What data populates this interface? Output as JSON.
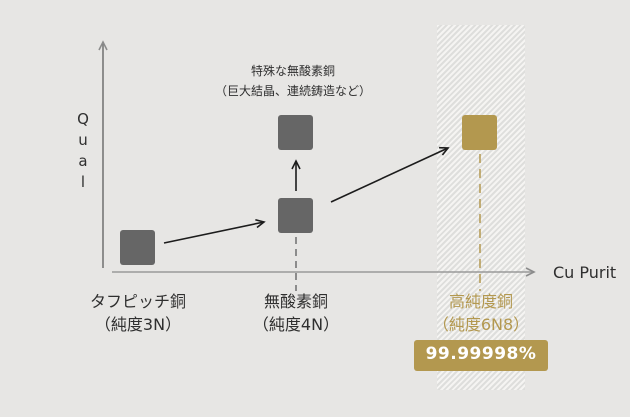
{
  "axes": {
    "y_axis_label": "Qual",
    "x_axis_label": "Cu Purit"
  },
  "annotation": {
    "line1": "特殊な無酸素銅",
    "line2": "（巨大結晶、連続鋳造など）"
  },
  "items": [
    {
      "name": "タフピッチ銅",
      "purity": "（純度3N）"
    },
    {
      "name": "無酸素銅",
      "purity": "（純度4N）"
    },
    {
      "name": "高純度銅",
      "purity": "（純度6N8）",
      "value_badge": "99.99998%"
    }
  ],
  "colors": {
    "background": "#e7e6e4",
    "copper_square": "#666666",
    "gold": "#b3984f",
    "axis": "#8c8c8c",
    "arrow": "#1c1c1c",
    "text": "#2f2f2f",
    "badge_text": "#ffffff"
  }
}
